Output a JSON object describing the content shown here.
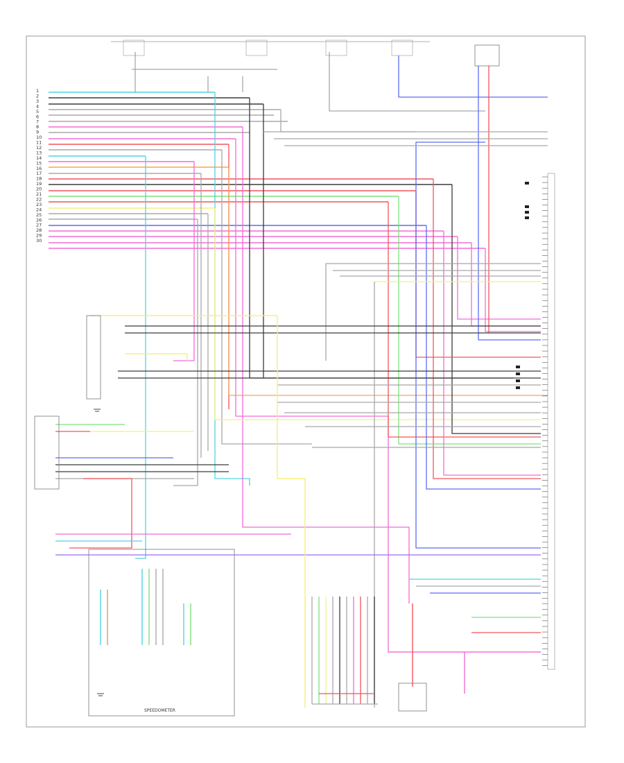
{
  "diagram": {
    "wire_colors": {
      "ltblu": "#4fd3e0",
      "blk": "#3a3a3a",
      "gry": "#a8a8a8",
      "red": "#f2545b",
      "pnk": "#f26bd6",
      "grn": "#7ee07e",
      "yel": "#f5f07a",
      "org": "#f7a35a",
      "blu": "#5a6cf2",
      "vio": "#9a6cf2",
      "tan": "#c9a36a"
    },
    "frame": {
      "color": "#9a9a9a"
    },
    "top_fuse_labels": [
      "",
      "",
      "",
      "",
      "",
      ""
    ],
    "left_pins": [
      "1",
      "2",
      "3",
      "4",
      "5",
      "6",
      "7",
      "8",
      "9",
      "10",
      "11",
      "12",
      "13",
      "14",
      "15",
      "16",
      "17",
      "18",
      "19",
      "20",
      "21",
      "22",
      "23",
      "24",
      "25",
      "26",
      "27",
      "28",
      "29",
      "30"
    ],
    "right_pins": [
      "",
      "",
      "",
      "",
      "",
      "",
      "",
      "",
      "",
      "",
      "",
      "",
      "",
      "",
      "",
      "",
      "",
      "",
      "",
      "",
      "",
      "",
      "",
      "",
      "",
      "",
      "",
      "",
      ""
    ],
    "components": {
      "speedometer": "SPEEDOMETER",
      "bottom_caption": ""
    }
  }
}
